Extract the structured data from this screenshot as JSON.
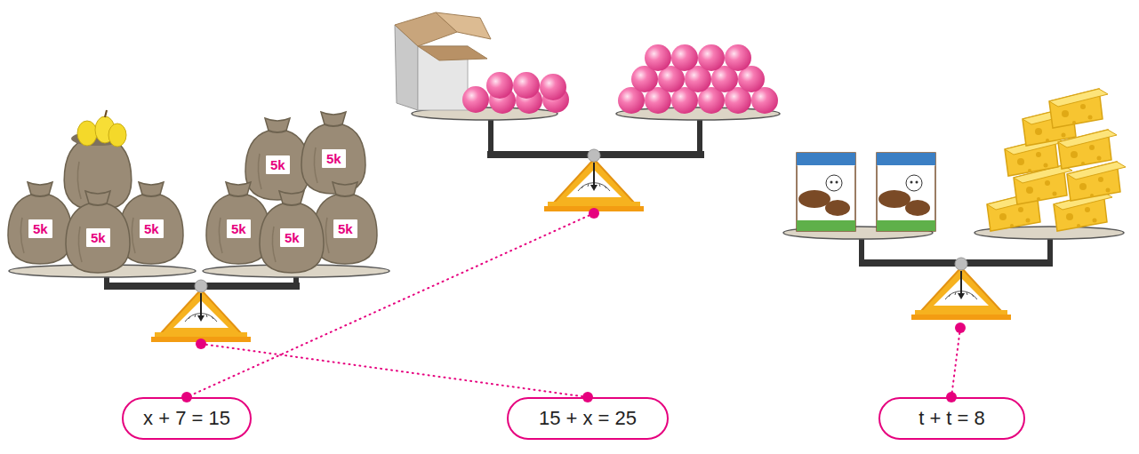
{
  "diagram": {
    "nodes": [
      {
        "text": [
          "x + 7 = 15"
        ]
      },
      {
        "text": [
          "15 + x = 25"
        ]
      },
      {
        "text": [
          "t + t = 8"
        ]
      }
    ],
    "labels": [
      "5k",
      "5k",
      "5k",
      "5k",
      "5k",
      "5k",
      "5k",
      "5k"
    ]
  }
}
